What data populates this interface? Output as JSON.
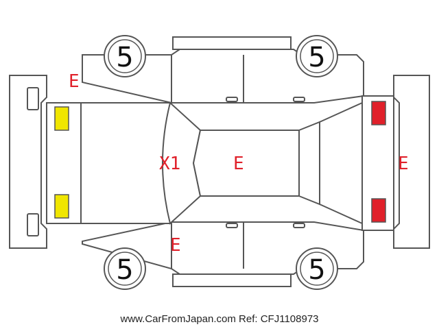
{
  "tires": {
    "front_left": "5",
    "rear_left": "5",
    "front_right": "5",
    "rear_right": "5"
  },
  "damage_marks": {
    "front_fender_left": "E",
    "windshield": "X1",
    "roof": "E",
    "rear_bumper": "E",
    "left_door": "E"
  },
  "colors": {
    "marker_red": "#e0202a",
    "headlamp_yellow": "#f0e600",
    "taillamp_red": "#e0202a",
    "outline": "#555555"
  },
  "caption": "www.CarFromJapan.com Ref: CFJ1108973"
}
